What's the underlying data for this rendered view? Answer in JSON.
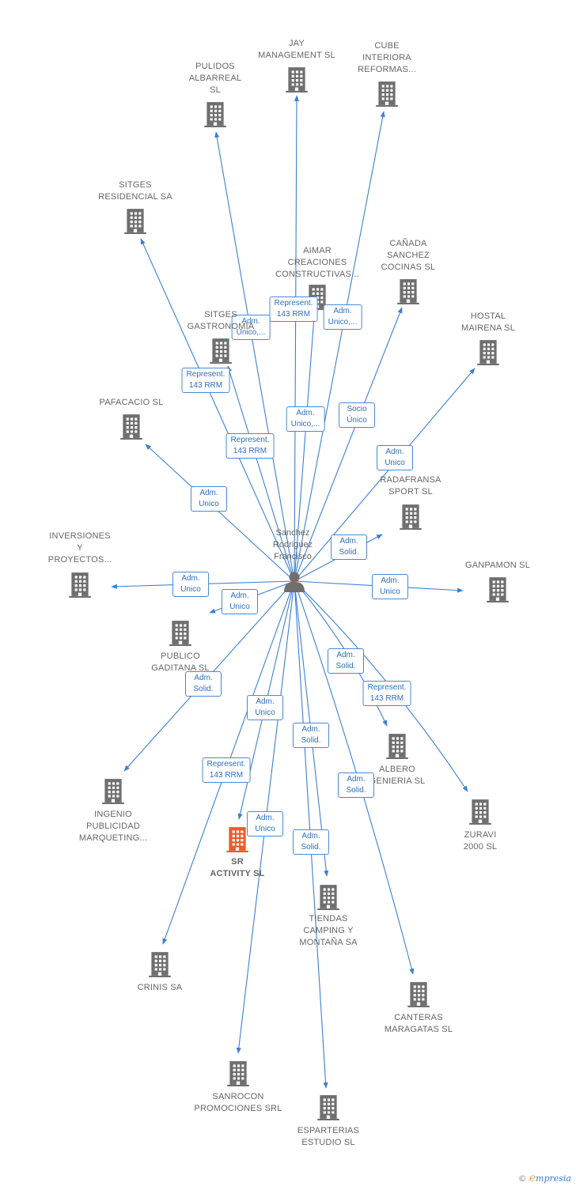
{
  "center": {
    "label": "Sanchez\nRodriguez\nFrancisco"
  },
  "colors": {
    "edge": "#3d7fd6",
    "building": "#6f6f6f",
    "highlight": "#f05a28"
  },
  "footer": {
    "copyright": "©",
    "brand_e": "e",
    "brand_rest": "mpresia"
  },
  "nodes": [
    {
      "id": "jay",
      "label": "JAY\nMANAGEMENT SL",
      "edge_label": "Represent.\n143 RRM"
    },
    {
      "id": "cube",
      "label": "CUBE\nINTERIORA\nREFORMAS...",
      "edge_label": "Adm.\nUnico,..."
    },
    {
      "id": "pulidos",
      "label": "PULIDOS\nALBARREAL\nSL",
      "edge_label": "Adm.\nUnico,..."
    },
    {
      "id": "sitges_res",
      "label": "SITGES\nRESIDENCIAL SA",
      "edge_label": "Represent.\n143 RRM"
    },
    {
      "id": "aimar",
      "label": "AIMAR\nCREACIONES\nCONSTRUCTIVAS...",
      "edge_label": "Adm.\nUnico,..."
    },
    {
      "id": "canada",
      "label": "CAÑADA\nSANCHEZ\nCOCINAS  SL",
      "edge_label": "Socio\nÚnico"
    },
    {
      "id": "sitges_gas",
      "label": "SITGES\nGASTRONOMIA",
      "edge_label": "Represent.\n143 RRM"
    },
    {
      "id": "hostal",
      "label": "HOSTAL\nMAIRENA  SL",
      "edge_label": "Adm.\nUnico"
    },
    {
      "id": "pafacacio",
      "label": "PAFACACIO  SL",
      "edge_label": "Adm.\nUnico"
    },
    {
      "id": "radafransa",
      "label": "RADAFRANSA\nSPORT SL",
      "edge_label": "Adm.\nSolid."
    },
    {
      "id": "inversiones",
      "label": "INVERSIONES\nY\nPROYECTOS...",
      "edge_label": "Adm.\nUnico"
    },
    {
      "id": "ganpamon",
      "label": "GANPAMON  SL",
      "edge_label": "Adm.\nUnico"
    },
    {
      "id": "publico",
      "label": "PUBLICO\nGADITANA  SL",
      "edge_label": "Adm.\nUnico"
    },
    {
      "id": "ingenio",
      "label": "INGENIO\nPUBLICIDAD\nMARQUETING...",
      "edge_label": "Adm.\nSolid."
    },
    {
      "id": "albero",
      "label": "ALBERO\nGENIERIA SL",
      "edge_label": "Adm.\nSolid."
    },
    {
      "id": "zuravi",
      "label": "ZURAVI\n2000 SL",
      "edge_label": "Represent.\n143 RRM"
    },
    {
      "id": "sr",
      "label": "SR\nACTIVITY  SL",
      "edge_label": "Adm.\nUnico"
    },
    {
      "id": "crinis",
      "label": "CRINIS SA",
      "edge_label": "Represent.\n143 RRM"
    },
    {
      "id": "tiendas",
      "label": "TIENDAS\nCAMPING Y\nMONTAÑA SA",
      "edge_label": "Adm.\nSolid."
    },
    {
      "id": "canteras",
      "label": "CANTERAS\nMARAGATAS SL",
      "edge_label": "Adm.\nSolid."
    },
    {
      "id": "sanrocon",
      "label": "SANROCON\nPROMOCIONES SRL",
      "edge_label": "Adm.\nUnico"
    },
    {
      "id": "esparterias",
      "label": "ESPARTERIAS\nESTUDIO  SL",
      "edge_label": "Adm.\nSolid."
    }
  ]
}
